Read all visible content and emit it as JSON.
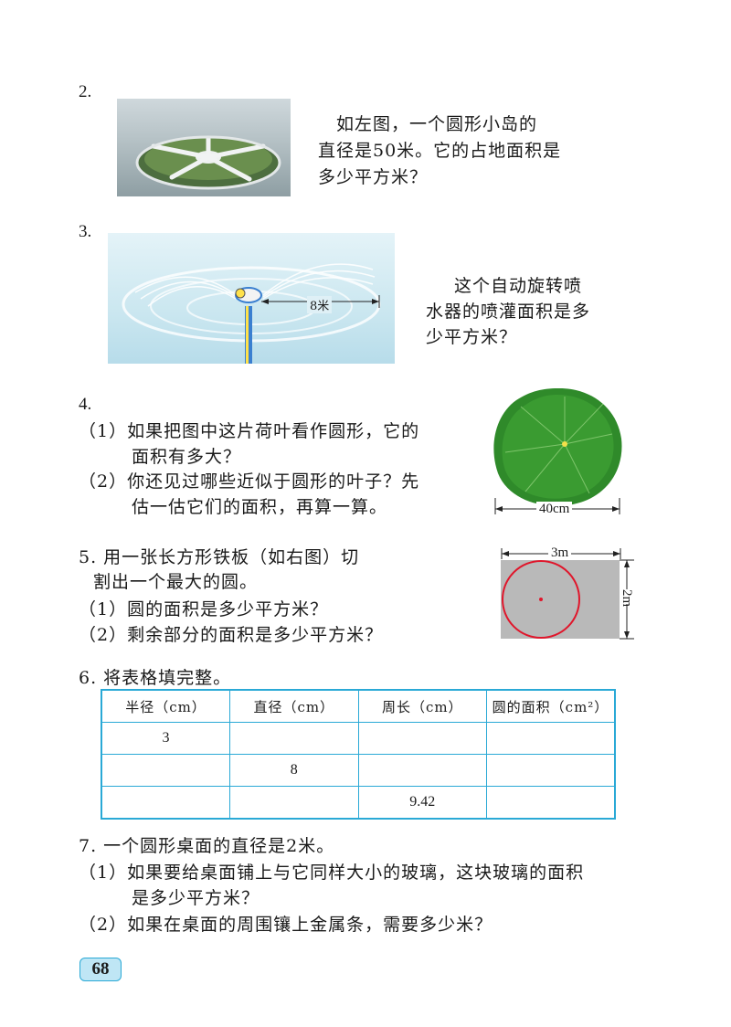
{
  "p2": {
    "num": "2.",
    "lines": [
      "如左图，一个圆形小岛的",
      "直径是50米。它的占地面积是",
      "多少平方米？"
    ]
  },
  "p3": {
    "num": "3.",
    "label": "8米",
    "lines": [
      "这个自动旋转喷",
      "水器的喷灌面积是多",
      "少平方米？"
    ]
  },
  "p4": {
    "num": "4.",
    "lines": [
      "（1）如果把图中这片荷叶看作圆形，它的",
      "面积有多大？",
      "（2）你还见过哪些近似于圆形的叶子？先",
      "估一估它们的面积，再算一算。"
    ],
    "dim": "40cm"
  },
  "p5": {
    "lines": [
      "5. 用一张长方形铁板（如右图）切",
      "割出一个最大的圆。",
      "（1）圆的面积是多少平方米？",
      "（2）剩余部分的面积是多少平方米？"
    ],
    "width_label": "3m",
    "height_label": "2m"
  },
  "p6": {
    "title": "6. 将表格填完整。",
    "headers": [
      "半径（cm）",
      "直径（cm）",
      "周长（cm）",
      "圆的面积（cm²）"
    ],
    "rows": [
      [
        "3",
        "",
        "",
        ""
      ],
      [
        "",
        "8",
        "",
        ""
      ],
      [
        "",
        "",
        "9.42",
        ""
      ]
    ]
  },
  "p7": {
    "lines": [
      "7. 一个圆形桌面的直径是2米。",
      "（1）如果要给桌面铺上与它同样大小的玻璃，这块玻璃的面积",
      "是多少平方米？",
      "（2）如果在桌面的周围镶上金属条，需要多少米？"
    ]
  },
  "page_number": "68"
}
